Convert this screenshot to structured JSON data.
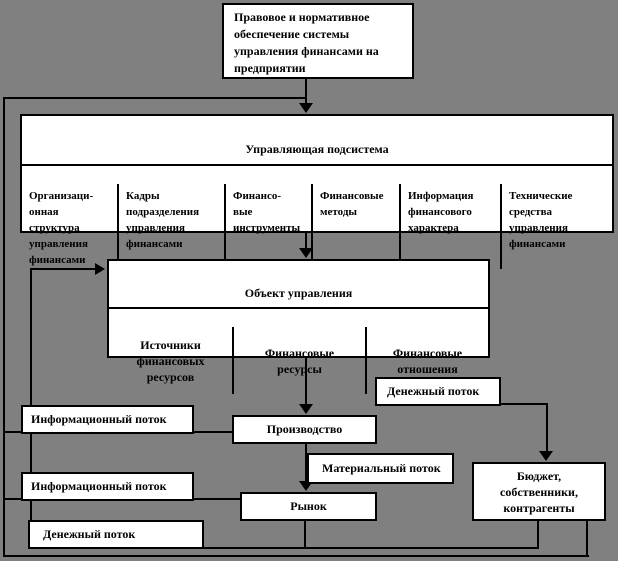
{
  "colors": {
    "background": "#808080",
    "box_fill": "#ffffff",
    "line": "#000000"
  },
  "legal_box": {
    "text": "Правовое и нормативное\nобеспечение системы\nуправления финансами на\nпредприятии"
  },
  "control_subsystem": {
    "title": "Управляющая подсистема",
    "cells": [
      "Организаци-\nонная\nструктура\nуправления\nфинансами",
      "Кадры\nподразделения\nуправления\nфинансами",
      "Финансо-\nвые\nинструменты",
      "Финансовые\nметоды",
      "Информация\nфинансового\nхарактера",
      "Технические\nсредства\nуправления\nфинансами"
    ]
  },
  "object_of_management": {
    "title": "Объект управления",
    "cells": [
      "Источники\nфинансовых\nресурсов",
      "Финансовые\nресурсы",
      "Финансовые\nотношения"
    ]
  },
  "nodes": {
    "production": "Производство",
    "market": "Рынок",
    "budget": "Бюджет,\nсобственники,\nконтрагенты"
  },
  "flow_labels": {
    "money_top": "Денежный поток",
    "info_1": "Информационный поток",
    "info_2": "Информационный поток",
    "material": "Материальный поток",
    "money_bottom": "Денежный поток"
  }
}
